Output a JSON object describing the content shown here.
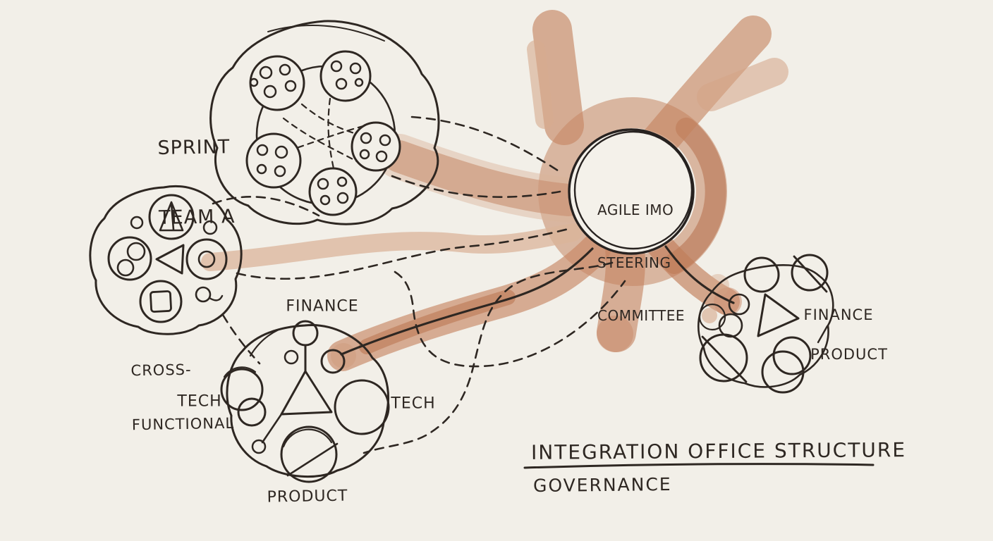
{
  "canvas": {
    "background": "#f2efe8",
    "ink": "#2e2722"
  },
  "palette": {
    "wash_light": "#e7c0aa",
    "wash_mid": "#d4977a",
    "wash_dark": "#c47c58",
    "wash_deep": "#b9663f"
  },
  "title": {
    "heading": "INTEGRATION OFFICE STRUCTURE",
    "subheading": "GOVERNANCE"
  },
  "committee": {
    "line1": "AGILE IMO",
    "line2": "STEERING",
    "line3": "COMMITTEE"
  },
  "labels": {
    "sprint_line1": "SPRINT",
    "sprint_line2": "TEAM A",
    "crossfn_line1": "CROSS-",
    "crossfn_line2": "FUNCTIONAL",
    "delivery_finance": "FINANCE",
    "delivery_tech_left": "TECH",
    "delivery_tech_right": "TECH",
    "delivery_product": "PRODUCT",
    "right_finance": "FINANCE",
    "right_product": "PRODUCT"
  }
}
